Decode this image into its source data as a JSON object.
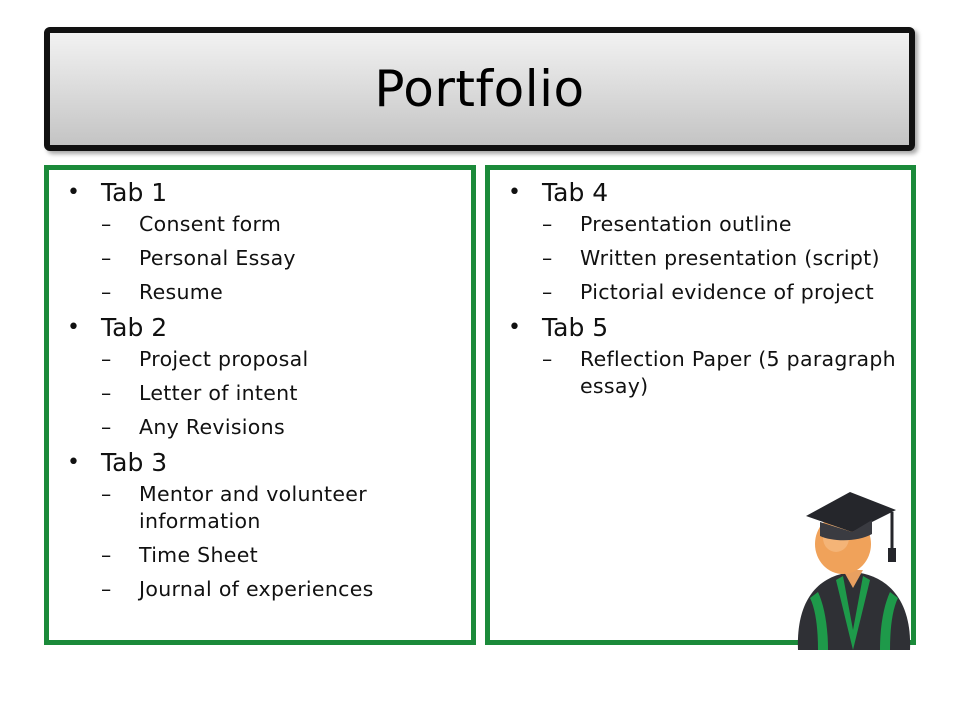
{
  "title": "Portfolio",
  "left_column": [
    {
      "label": "Tab 1",
      "items": [
        "Consent form",
        "Personal Essay",
        "Resume"
      ]
    },
    {
      "label": "Tab 2",
      "items": [
        "Project proposal",
        "Letter of intent",
        "Any Revisions"
      ]
    },
    {
      "label": "Tab 3",
      "items": [
        "Mentor and volunteer information",
        "Time Sheet",
        "Journal of experiences"
      ]
    }
  ],
  "right_column": [
    {
      "label": "Tab 4",
      "items": [
        "Presentation outline",
        "Written presentation (script)",
        "Pictorial evidence of project"
      ]
    },
    {
      "label": "Tab 5",
      "items": [
        "Reflection Paper (5 paragraph essay)"
      ]
    }
  ],
  "icons": {
    "graduate": "graduate-student-icon"
  },
  "colors": {
    "panel_border": "#1b8a3a",
    "title_border": "#111111"
  }
}
